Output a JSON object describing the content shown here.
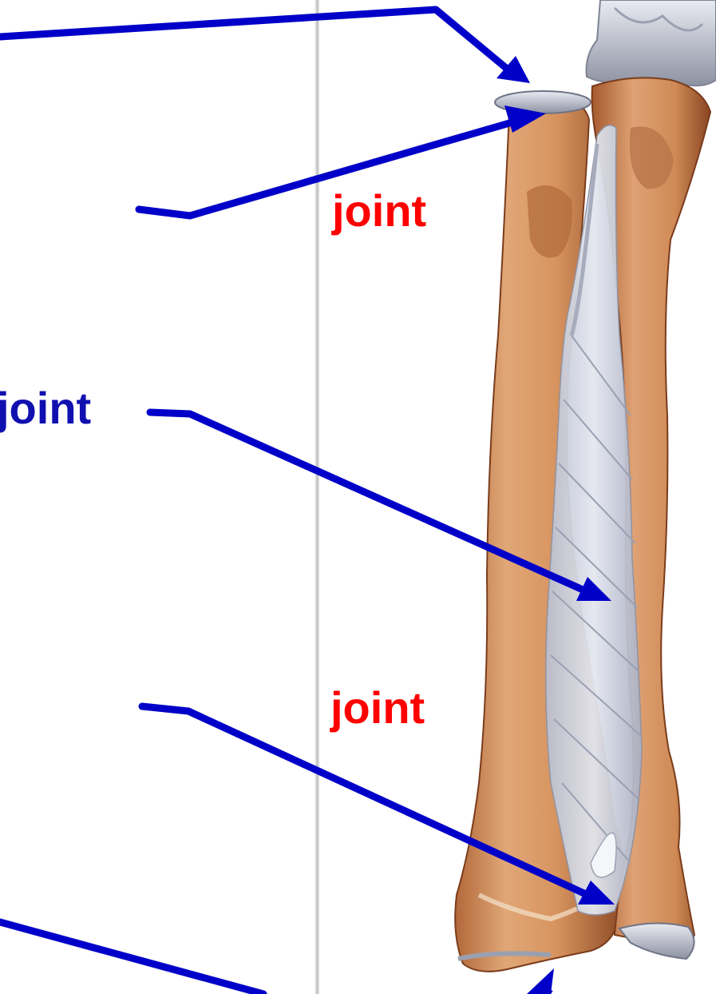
{
  "labels": {
    "label_1": "joint",
    "label_2": "joint",
    "label_3": "joint"
  },
  "colors": {
    "arrow": "#0000c8",
    "red_label": "#ff0000",
    "blue_label": "#1010b0",
    "bone": "#c98a5a",
    "bone_shadow": "#8a4a26",
    "ligament": "#c9cdd8",
    "cartilage": "#b8bcc8"
  },
  "icons": {
    "figure": "forearm-radius-ulna-illustration",
    "arrows": "pointer-arrow"
  }
}
